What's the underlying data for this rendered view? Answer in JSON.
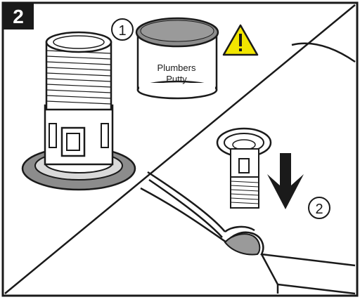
{
  "step": {
    "number": "2"
  },
  "callouts": {
    "one": "1",
    "two": "2"
  },
  "can": {
    "line1": "Plumbers",
    "line2": "Putty"
  },
  "icons": {
    "warning": "warning-triangle-icon",
    "arrow": "down-arrow-icon"
  },
  "colors": {
    "badge": "#1a1a1a",
    "warning_fill": "#f2e600",
    "putty_gray": "#8c8c8c",
    "outline": "#1a1a1a"
  }
}
